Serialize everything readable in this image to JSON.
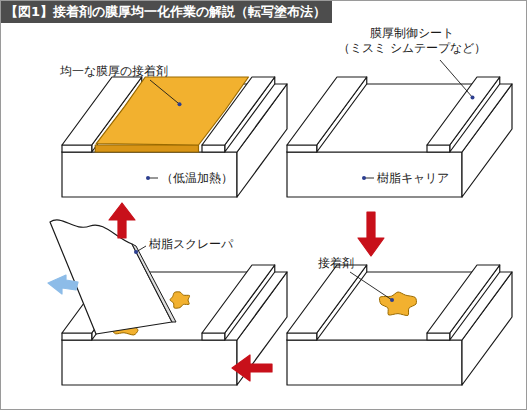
{
  "diagram": {
    "title": "【図1】接着剤の膜厚均一化作業の解説（転写塗布法）",
    "labels": [
      "均一な膜厚の接着剤",
      "（低温加熱）",
      "膜厚制御シート （ミスミ シムテープなど）",
      "樹脂キャリア",
      "接着剤",
      "樹脂スクレーパ"
    ]
  }
}
